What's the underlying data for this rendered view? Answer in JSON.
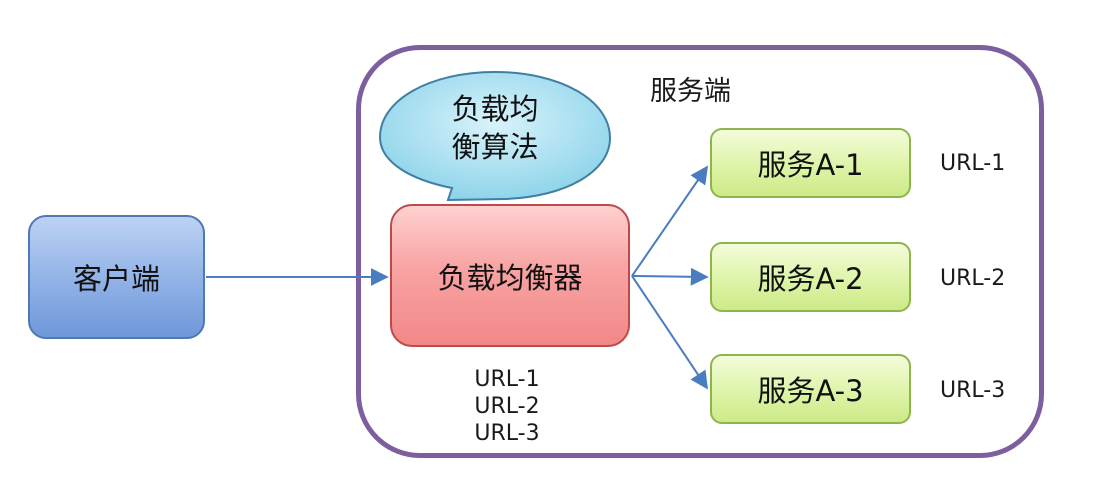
{
  "client": {
    "label": "客户端"
  },
  "server": {
    "title": "服务端",
    "load_balancer": {
      "label": "负载均衡器",
      "urls": [
        "URL-1",
        "URL-2",
        "URL-3"
      ]
    },
    "callout": {
      "lines": [
        "负载均",
        "衡算法"
      ]
    },
    "services": [
      {
        "label": "服务A-1",
        "url": "URL-1"
      },
      {
        "label": "服务A-2",
        "url": "URL-2"
      },
      {
        "label": "服务A-3",
        "url": "URL-3"
      }
    ]
  },
  "colors": {
    "frame": "#7d5fa0",
    "client_fill": "#8fb1e6",
    "load_balancer_fill": "#f8a3a3",
    "service_fill": "#dbf3a4",
    "callout_fill": "#a6dff0",
    "arrow": "#4a7cc0"
  },
  "icons": {
    "arrow_head": "arrowhead-icon"
  }
}
